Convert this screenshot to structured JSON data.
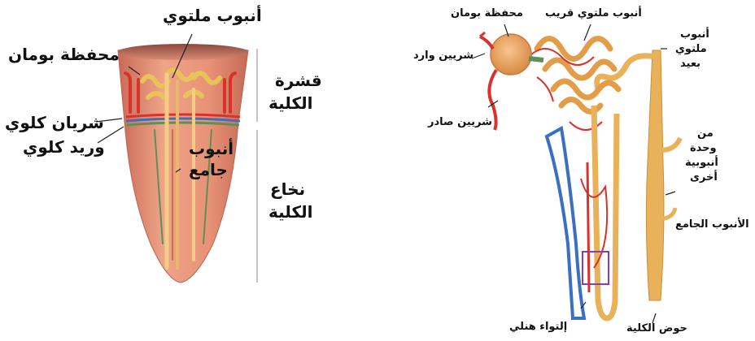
{
  "left_diagram": {
    "labels": {
      "loop_tube": "أنبوب ملتوي",
      "bowman_capsule": "محفظة بومان",
      "cortex_line1": "قشرة",
      "cortex_line2": "الكلية",
      "renal_artery": "شريان كلوي",
      "renal_vein": "وريد كلوي",
      "collecting_line1": "أنبوب",
      "collecting_line2": "جامع",
      "medulla_line1": "نخاع",
      "medulla_line2": "الكلية"
    }
  },
  "right_diagram": {
    "labels": {
      "bowman_capsule": "محفظة بومان",
      "proximal_tubule": "أنبوب ملتوي قريب",
      "distal_line1": "أنبوب",
      "distal_line2": "ملتوي",
      "distal_line3": "بعيد",
      "afferent_artery": "شريين وارد",
      "efferent_artery": "شريين صادر",
      "other_unit_line1": "من",
      "other_unit_line2": "وحدة",
      "other_unit_line3": "أنبوبية",
      "other_unit_line4": "أخرى",
      "collecting_duct": "الأنبوب الجامع",
      "loop_of_henle": "إلتواء هنلي",
      "renal_pelvis": "حوض الكلية"
    }
  },
  "colors": {
    "tissue": "#e6957a",
    "tissue_dark": "#c8705a",
    "artery": "#d8322a",
    "vein": "#3a6fc2",
    "tubule": "#e8b15a",
    "tubule_light": "#f3cd85",
    "medulla_stripe": "#5f8f58"
  }
}
